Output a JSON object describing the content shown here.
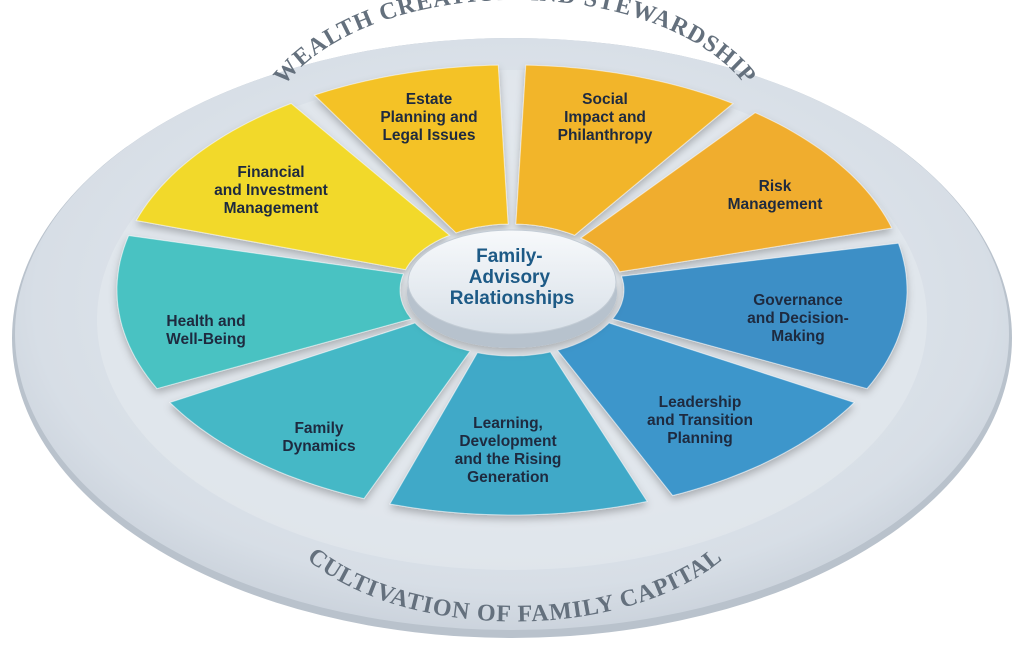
{
  "ring": {
    "top_label": "WEALTH CREATION AND STEWARDSHIP",
    "bottom_label": "CULTIVATION OF FAMILY CAPITAL"
  },
  "center": {
    "lines": [
      "Family-",
      "Advisory",
      "Relationships"
    ]
  },
  "segments": [
    {
      "id": "estate-planning",
      "lines": [
        "Estate",
        "Planning and",
        "Legal Issues"
      ],
      "color": "#f4c228"
    },
    {
      "id": "social-impact",
      "lines": [
        "Social",
        "Impact and",
        "Philanthropy"
      ],
      "color": "#f2b52c"
    },
    {
      "id": "risk-management",
      "lines": [
        "Risk",
        "Management"
      ],
      "color": "#f0ad2e"
    },
    {
      "id": "governance",
      "lines": [
        "Governance",
        "and Decision-",
        "Making"
      ],
      "color": "#3d8fc6"
    },
    {
      "id": "leadership",
      "lines": [
        "Leadership",
        "and Transition",
        "Planning"
      ],
      "color": "#3e96cb"
    },
    {
      "id": "learning",
      "lines": [
        "Learning,",
        "Development",
        "and the Rising",
        "Generation"
      ],
      "color": "#40a9c8"
    },
    {
      "id": "family-dynamics",
      "lines": [
        "Family",
        "Dynamics"
      ],
      "color": "#45b8c6"
    },
    {
      "id": "health",
      "lines": [
        "Health and",
        "Well-Being"
      ],
      "color": "#48c2c2"
    },
    {
      "id": "financial",
      "lines": [
        "Financial",
        "and Investment",
        "Management"
      ],
      "color": "#f2d92a"
    }
  ]
}
